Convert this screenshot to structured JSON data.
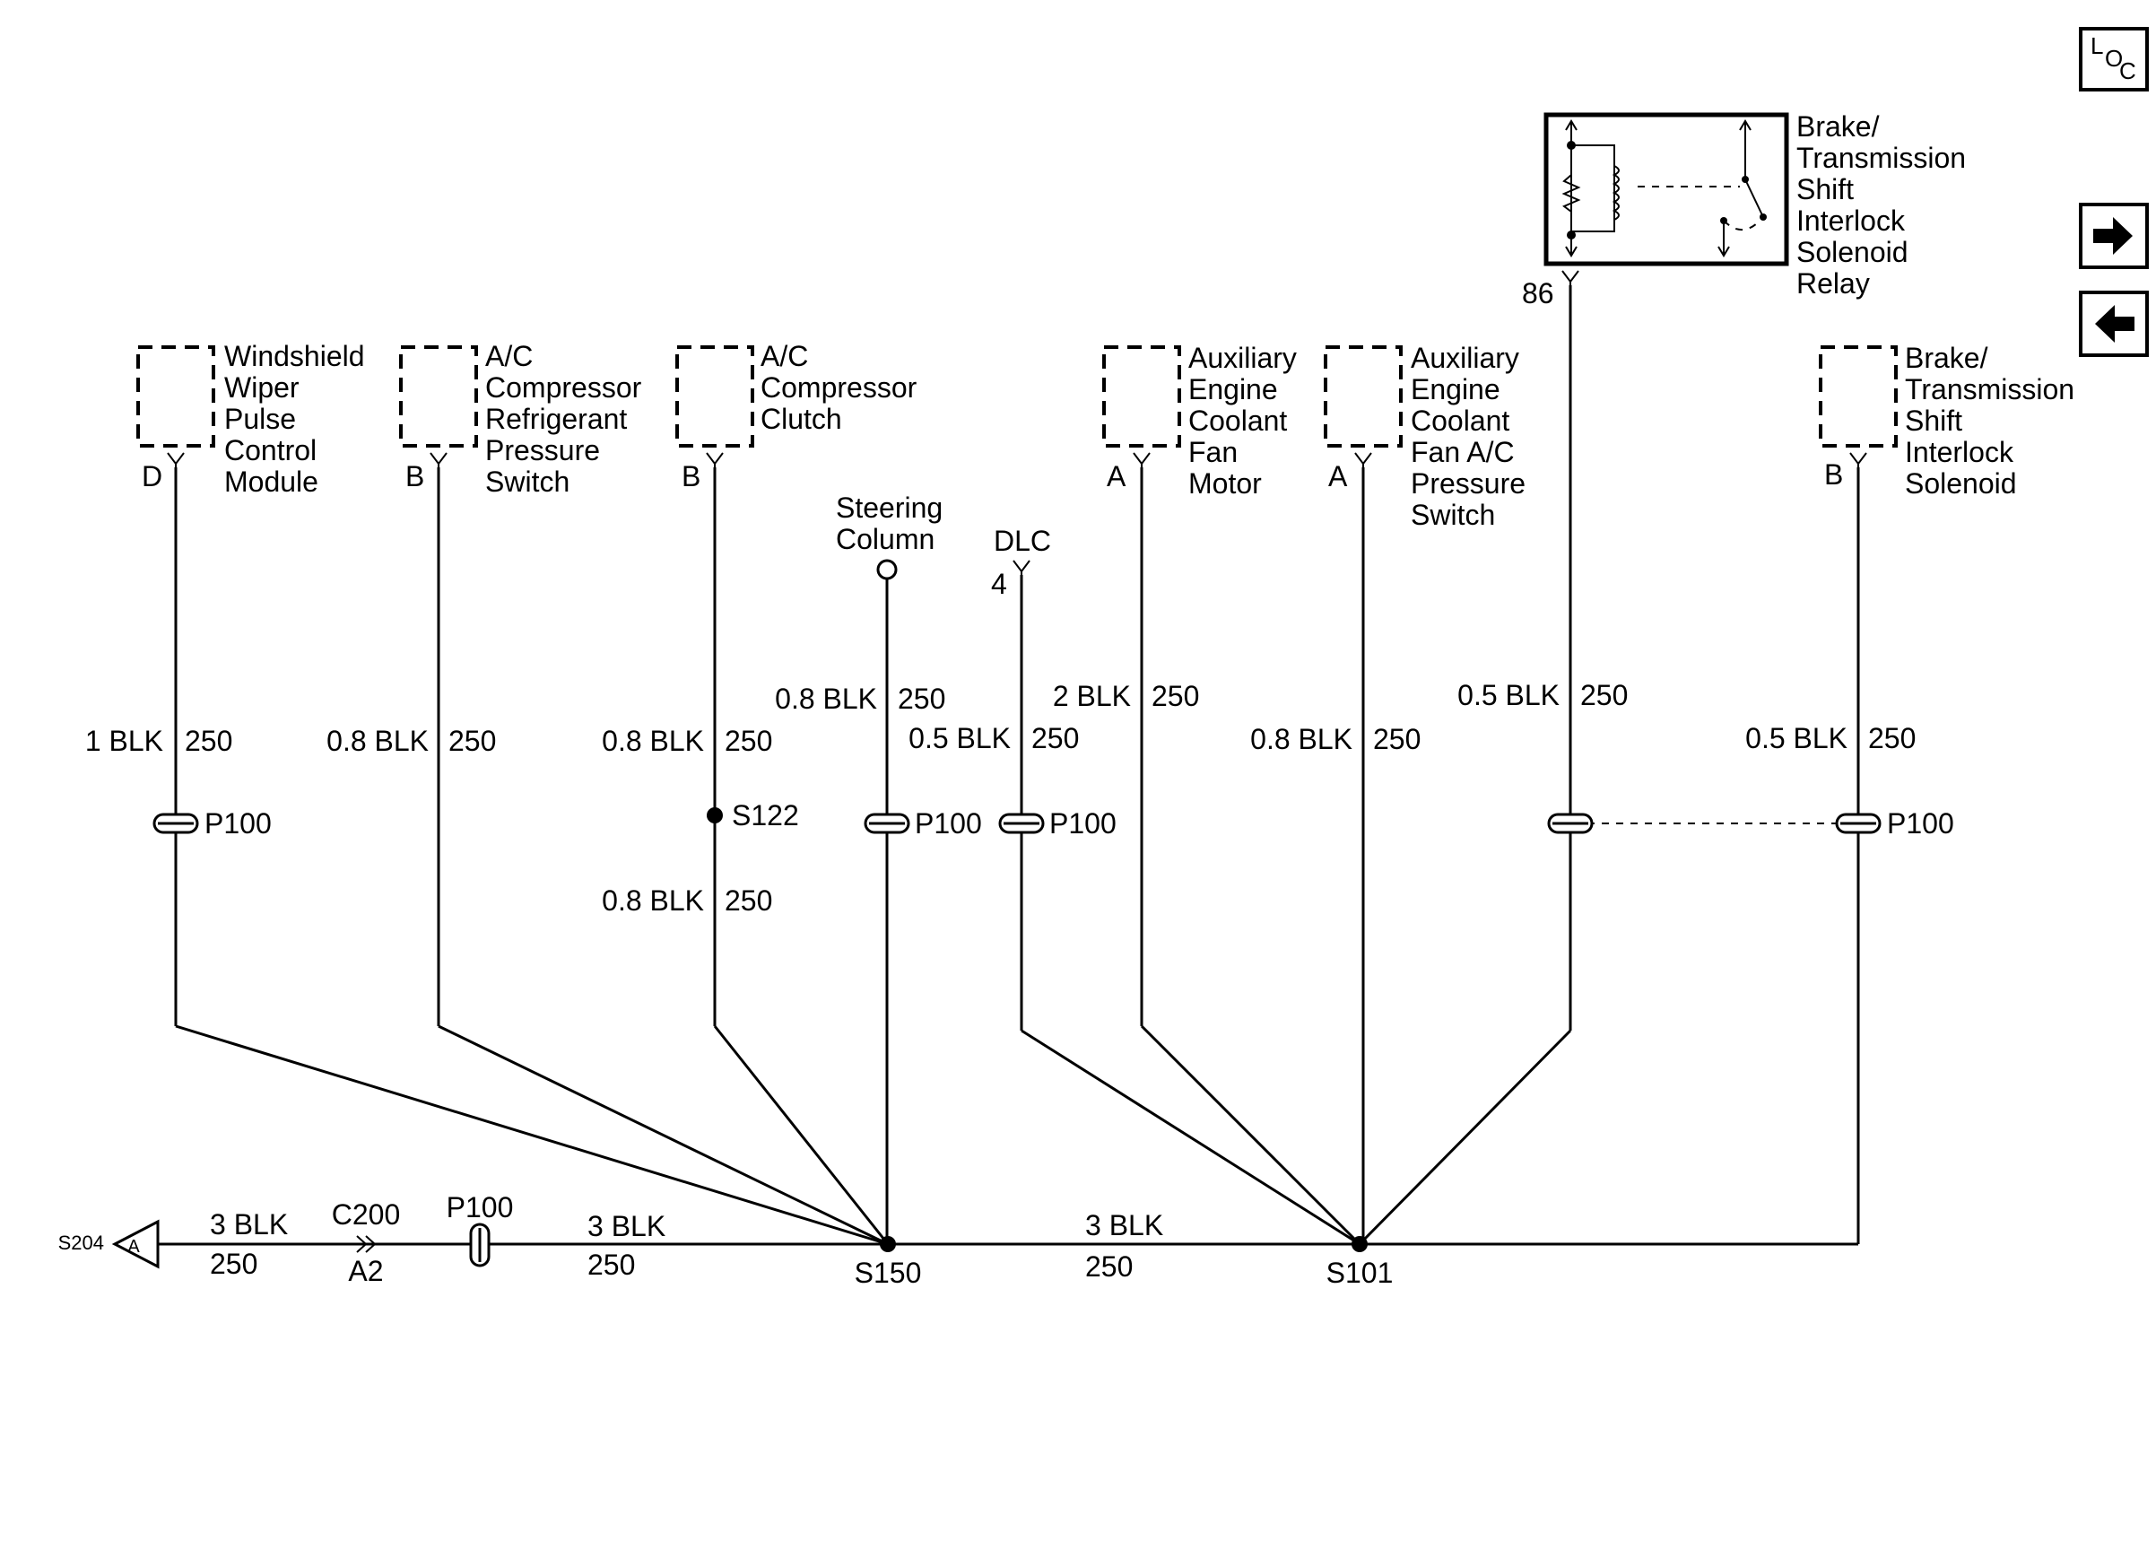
{
  "nav": {
    "loc_l": "L",
    "loc_o": "O",
    "loc_c": "C",
    "next_icon": "right-arrow-icon",
    "prev_icon": "left-arrow-icon"
  },
  "components": {
    "wiper": [
      "Windshield",
      "Wiper",
      "Pulse",
      "Control",
      "Module"
    ],
    "ac_pressure": [
      "A/C",
      "Compressor",
      "Refrigerant",
      "Pressure",
      "Switch"
    ],
    "ac_clutch": [
      "A/C",
      "Compressor",
      "Clutch"
    ],
    "steering": [
      "Steering",
      "Column"
    ],
    "dlc": "DLC",
    "fan_motor": [
      "Auxiliary",
      "Engine",
      "Coolant",
      "Fan",
      "Motor"
    ],
    "fan_switch": [
      "Auxiliary",
      "Engine",
      "Coolant",
      "Fan A/C",
      "Pressure",
      "Switch"
    ],
    "relay": [
      "Brake/",
      "Transmission",
      "Shift",
      "Interlock",
      "Solenoid",
      "Relay"
    ],
    "solenoid": [
      "Brake/",
      "Transmission",
      "Shift",
      "Interlock",
      "Solenoid"
    ]
  },
  "pins": {
    "wiper": "D",
    "ac_pressure": "B",
    "ac_clutch": "B",
    "dlc": "4",
    "fan_motor": "A",
    "fan_switch": "A",
    "relay": "86",
    "solenoid": "B",
    "s204_connector": "A",
    "c200_pin": "A2"
  },
  "wires": {
    "w1": "1 BLK",
    "c1": "250",
    "w2": "0.8 BLK",
    "c2": "250",
    "w3": "0.8 BLK",
    "c3": "250",
    "w3b": "0.8 BLK",
    "c3b": "250",
    "w4": "0.8 BLK",
    "c4": "250",
    "w5": "0.5 BLK",
    "c5": "250",
    "w6": "2 BLK",
    "c6": "250",
    "w7": "0.8 BLK",
    "c7": "250",
    "w8": "0.5 BLK",
    "c8": "250",
    "w9": "0.5 BLK",
    "c9": "250",
    "b1": "3 BLK",
    "bc1": "250",
    "b2": "3 BLK",
    "bc2": "250",
    "b3": "3 BLK",
    "bc3": "250"
  },
  "connectors": {
    "p100": "P100",
    "c200": "C200"
  },
  "splices": {
    "s122": "S122",
    "s150": "S150",
    "s101": "S101",
    "s204": "S204"
  }
}
